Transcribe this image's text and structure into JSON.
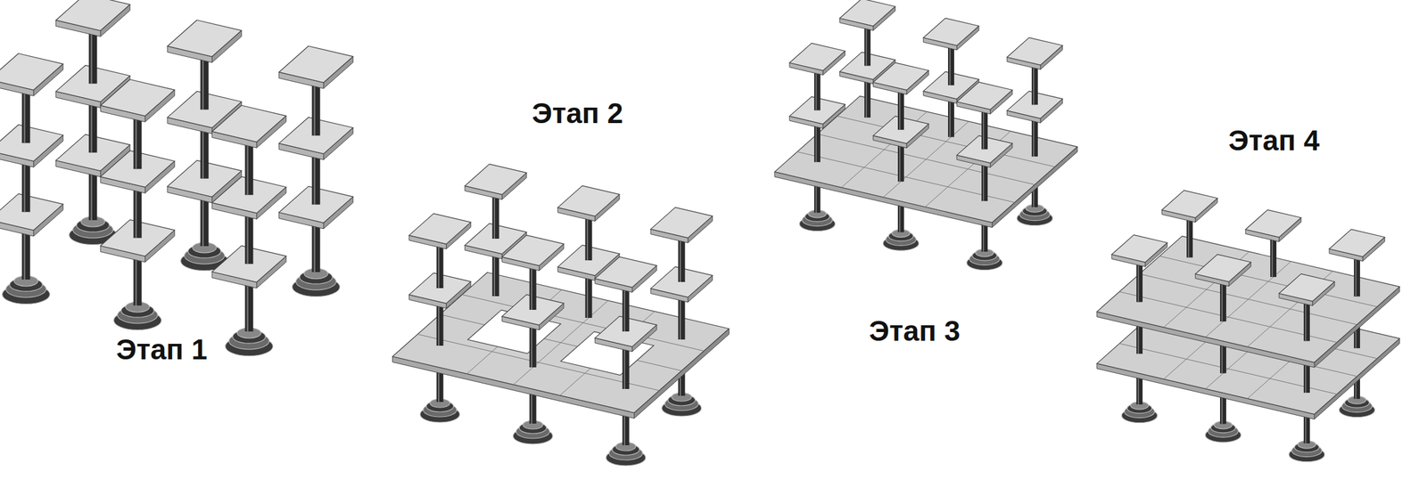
{
  "diagram": {
    "labels": [
      "Этап 1",
      "Этап 2",
      "Этап 3",
      "Этап 4"
    ]
  }
}
